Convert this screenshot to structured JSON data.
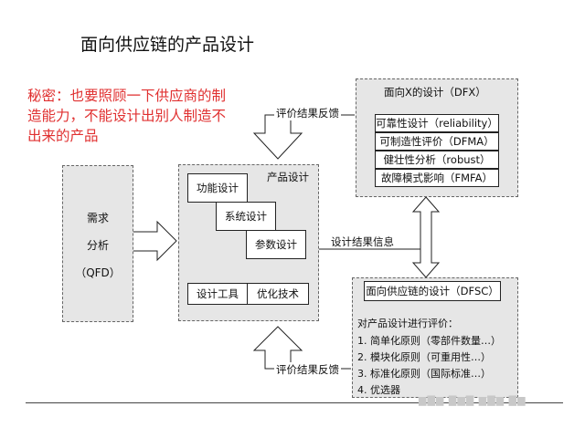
{
  "title": "面向供应链的产品设计",
  "note": "秘密：也要照顾一下供应商的制造能力，不能设计出别人制造不出来的产品",
  "qfd": {
    "line1": "需求",
    "line2": "分析",
    "line3": "（QFD）"
  },
  "product_design": {
    "label": "产品设计",
    "function_design": "功能设计",
    "system_design": "系统设计",
    "parameter_design": "参数设计",
    "design_tools": "设计工具",
    "optimization": "优化技术"
  },
  "feedback_top": "评价结果反馈",
  "feedback_bottom": "评价结果反馈",
  "design_info": "设计结果信息",
  "dfx": {
    "title": "面向X的设计（DFX）",
    "items": [
      "可靠性设计（reliability）",
      "可制造性评价（DFMA）",
      "健壮性分析（robust）",
      "故障模式影响（FMFA）"
    ]
  },
  "dfsc": {
    "title": "面向供应链的设计（DFSC）",
    "intro": "对产品设计进行评价：",
    "items": [
      "1. 简单化原则（零部件数量…）",
      "2. 模块化原则（可重用性…）",
      "3. 标准化原则（国际标准…）",
      "4. 优选器"
    ]
  }
}
